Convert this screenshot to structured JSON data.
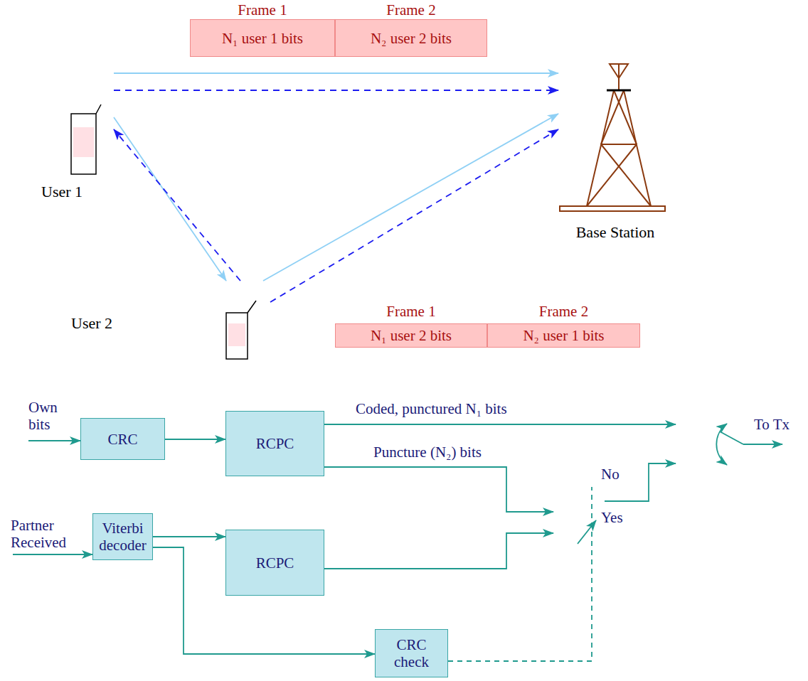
{
  "diagram": {
    "nodes": [
      {
        "text": [
          "Frame 1",
          "N₁ user 1 bits"
        ]
      },
      {
        "text": [
          "Frame 2",
          "N₂ user 2 bits"
        ]
      },
      {
        "text": [
          "User 1"
        ]
      },
      {
        "text": [
          "Base Station"
        ]
      },
      {
        "text": [
          "User 2"
        ]
      },
      {
        "text": [
          "Frame 1",
          "N₁ user 2 bits"
        ]
      },
      {
        "text": [
          "Frame 2",
          "N₂ user 1 bits"
        ]
      },
      {
        "text": [
          "CRC"
        ]
      },
      {
        "text": [
          "RCPC"
        ]
      },
      {
        "text": [
          "Viterbi decoder"
        ]
      },
      {
        "text": [
          "RCPC"
        ]
      },
      {
        "text": [
          "CRC check"
        ]
      }
    ],
    "edges": [
      {
        "from": 2,
        "to": 3,
        "arrow": "to"
      },
      {
        "from": 2,
        "to": 3,
        "arrow": "to"
      },
      {
        "from": 2,
        "to": 4,
        "arrow": "to"
      },
      {
        "from": 4,
        "to": 2,
        "arrow": "to"
      },
      {
        "from": 4,
        "to": 3,
        "arrow": "to"
      },
      {
        "from": 4,
        "to": 3,
        "arrow": "to"
      },
      {
        "from": 7,
        "to": 8,
        "arrow": "to"
      },
      {
        "from": 9,
        "to": 10,
        "arrow": "to"
      },
      {
        "from": 9,
        "to": 11,
        "arrow": "to"
      }
    ],
    "labels": [
      "Own bits",
      "Partner Received",
      "Coded, punctured N₁ bits",
      "Puncture (N₂) bits",
      "No",
      "Yes",
      "To Tx"
    ]
  }
}
